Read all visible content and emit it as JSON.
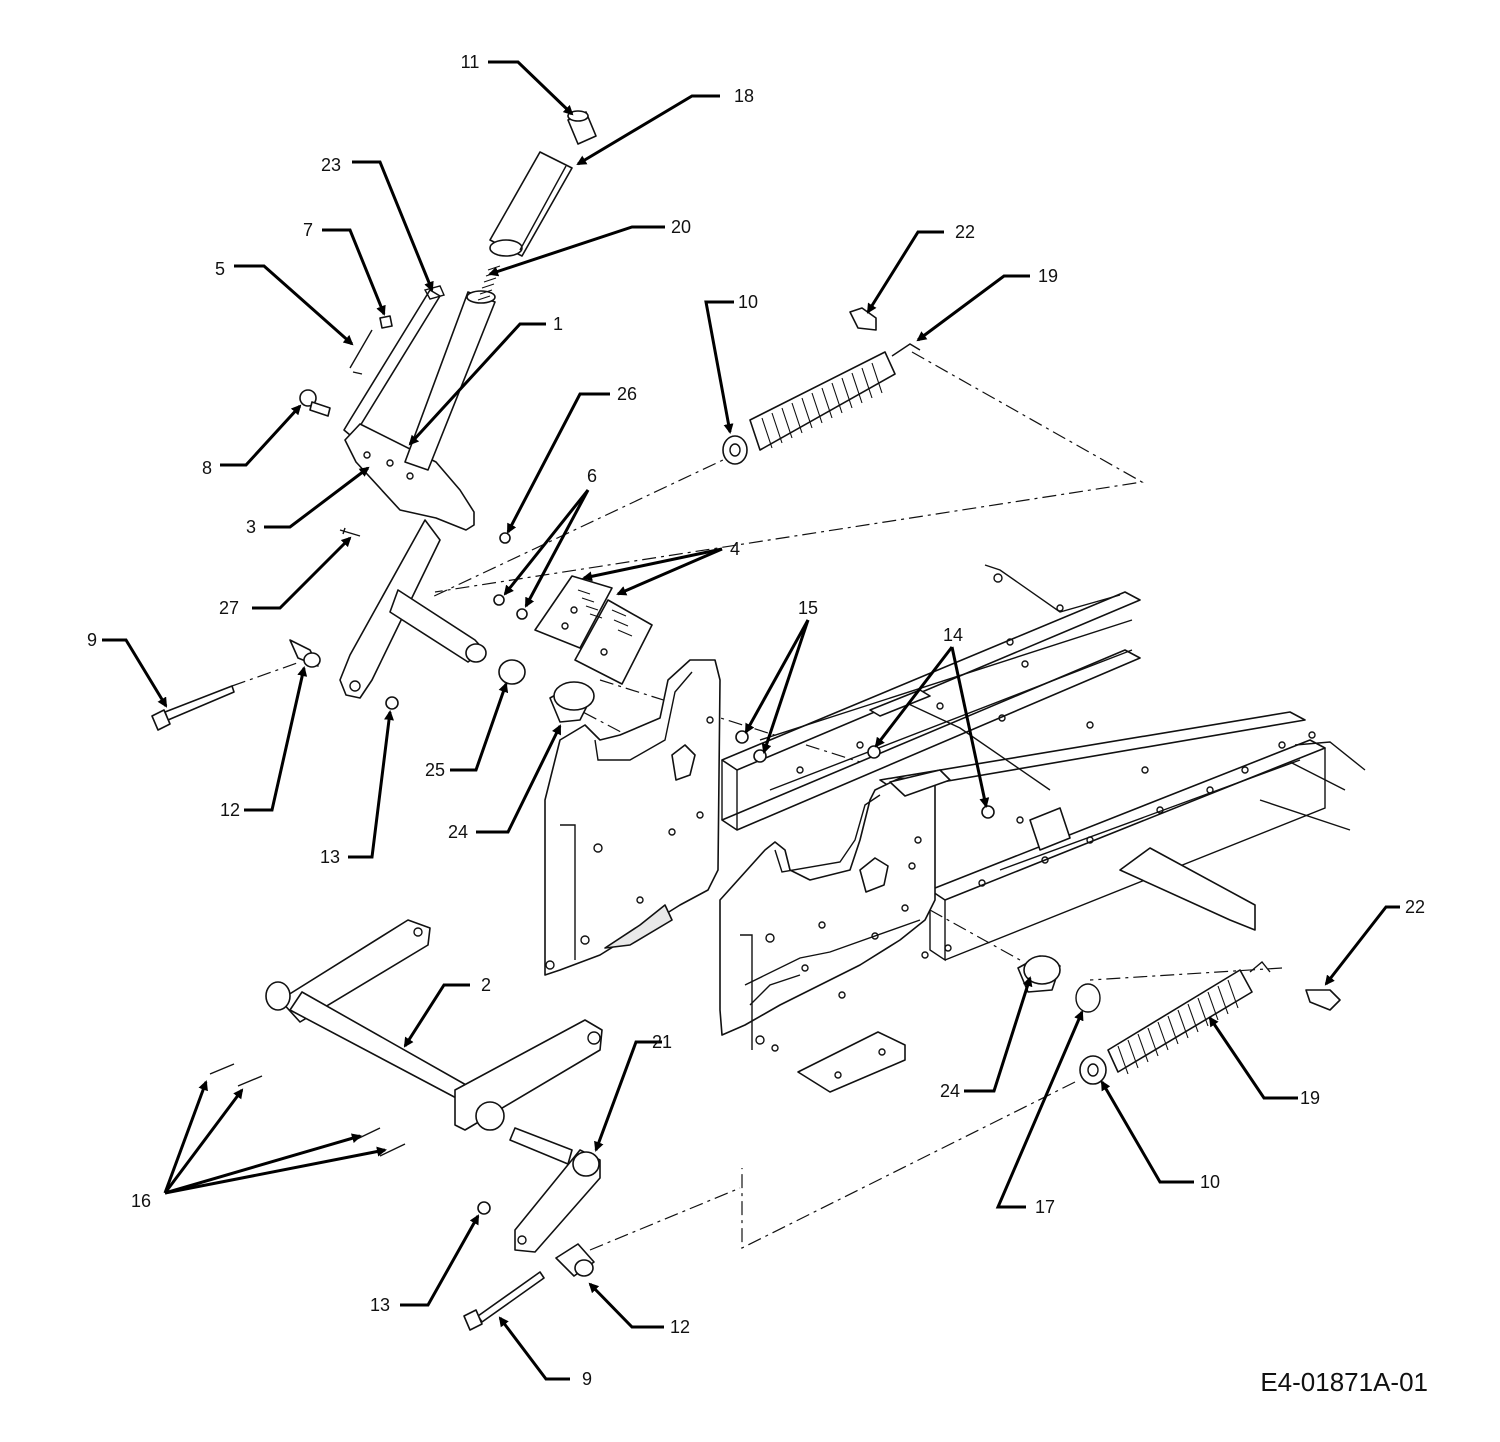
{
  "diagram": {
    "code": "E4-01871A-01",
    "callouts": [
      {
        "id": "c11",
        "text": "11"
      },
      {
        "id": "c18",
        "text": "18"
      },
      {
        "id": "c23",
        "text": "23"
      },
      {
        "id": "c20",
        "text": "20"
      },
      {
        "id": "c7",
        "text": "7"
      },
      {
        "id": "c5",
        "text": "5"
      },
      {
        "id": "c22a",
        "text": "22"
      },
      {
        "id": "c19a",
        "text": "19"
      },
      {
        "id": "c10a",
        "text": "10"
      },
      {
        "id": "c1",
        "text": "1"
      },
      {
        "id": "c26",
        "text": "26"
      },
      {
        "id": "c8",
        "text": "8"
      },
      {
        "id": "c6",
        "text": "6"
      },
      {
        "id": "c4",
        "text": "4"
      },
      {
        "id": "c3",
        "text": "3"
      },
      {
        "id": "c27",
        "text": "27"
      },
      {
        "id": "c9a",
        "text": "9"
      },
      {
        "id": "c15",
        "text": "15"
      },
      {
        "id": "c14",
        "text": "14"
      },
      {
        "id": "c25",
        "text": "25"
      },
      {
        "id": "c12a",
        "text": "12"
      },
      {
        "id": "c24a",
        "text": "24"
      },
      {
        "id": "c13a",
        "text": "13"
      },
      {
        "id": "c22b",
        "text": "22"
      },
      {
        "id": "c2",
        "text": "2"
      },
      {
        "id": "c21",
        "text": "21"
      },
      {
        "id": "c24b",
        "text": "24"
      },
      {
        "id": "c19b",
        "text": "19"
      },
      {
        "id": "c16",
        "text": "16"
      },
      {
        "id": "c10b",
        "text": "10"
      },
      {
        "id": "c17",
        "text": "17"
      },
      {
        "id": "c13b",
        "text": "13"
      },
      {
        "id": "c12b",
        "text": "12"
      },
      {
        "id": "c9b",
        "text": "9"
      }
    ]
  }
}
